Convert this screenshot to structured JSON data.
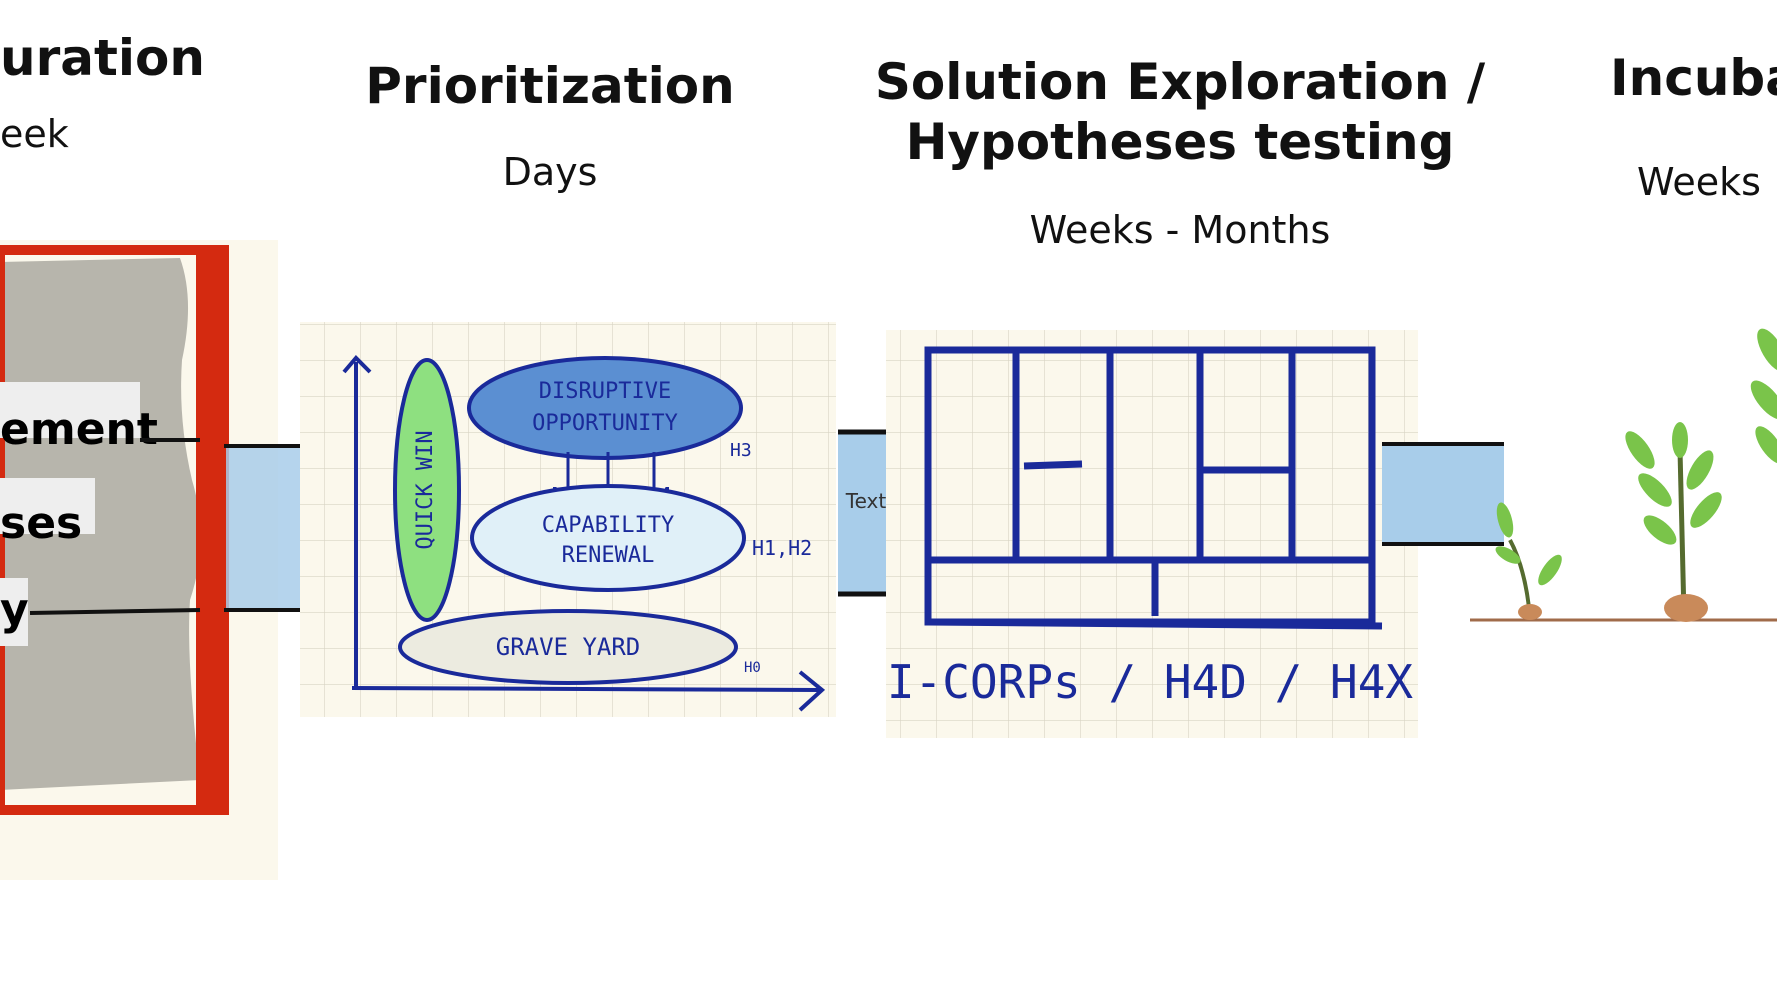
{
  "stages": [
    {
      "id": "curation",
      "title_lines": [
        "uration"
      ],
      "subtitle": "eek"
    },
    {
      "id": "prioritization",
      "title_lines": [
        "Prioritization"
      ],
      "subtitle": "Days"
    },
    {
      "id": "solution",
      "title_lines": [
        "Solution Exploration /",
        "Hypotheses testing"
      ],
      "subtitle": "Weeks  - Months"
    },
    {
      "id": "incubation",
      "title_lines": [
        "Incuba"
      ],
      "subtitle": "Weeks"
    }
  ],
  "curation_labels": [
    "ement",
    "ses",
    "y"
  ],
  "prioritization_sketch": {
    "quick_win": "QUICK WIN",
    "disruptive": [
      "DISRUPTIVE",
      "OPPORTUNITY"
    ],
    "disruptive_tag": "H3",
    "capability": [
      "CAPABILITY",
      "RENEWAL"
    ],
    "capability_tag": "H1,H2",
    "graveyard": "GRAVE YARD",
    "graveyard_tag": "H0"
  },
  "solution_sketch": {
    "caption": "I-CORPs / H4D / H4X"
  },
  "connector_text": "Text",
  "colors": {
    "accent_blue": "#1a2a9a",
    "pipe_blue": "#a8cdea",
    "red_frame": "#d42a10",
    "grid_bg": "#fbf8ec",
    "green": "#8ee080"
  }
}
